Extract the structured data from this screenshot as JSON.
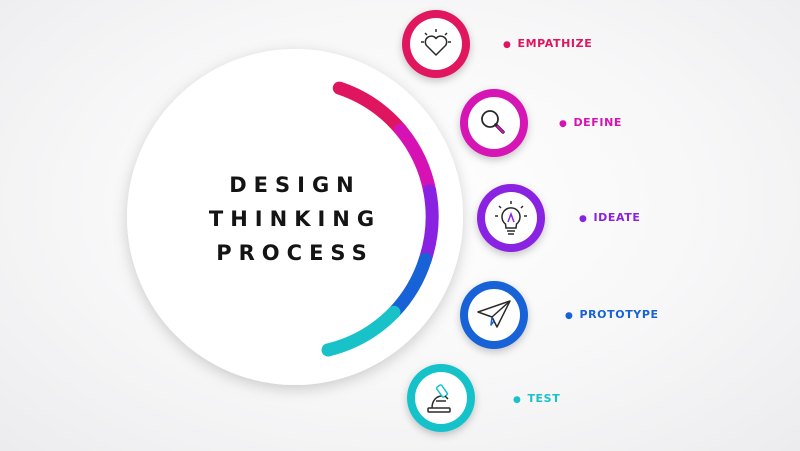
{
  "title": {
    "line1": "DESIGN",
    "line2": "THINKING",
    "line3": "PROCESS"
  },
  "steps": [
    {
      "label": "EMPATHIZE",
      "icon": "heart-icon",
      "color": "#e0155f"
    },
    {
      "label": "DEFINE",
      "icon": "magnifier-icon",
      "color": "#d612b4"
    },
    {
      "label": "IDEATE",
      "icon": "lightbulb-icon",
      "color": "#8a22e2"
    },
    {
      "label": "PROTOTYPE",
      "icon": "paper-plane-icon",
      "color": "#1762d6"
    },
    {
      "label": "TEST",
      "icon": "microscope-icon",
      "color": "#19c2c9"
    }
  ]
}
